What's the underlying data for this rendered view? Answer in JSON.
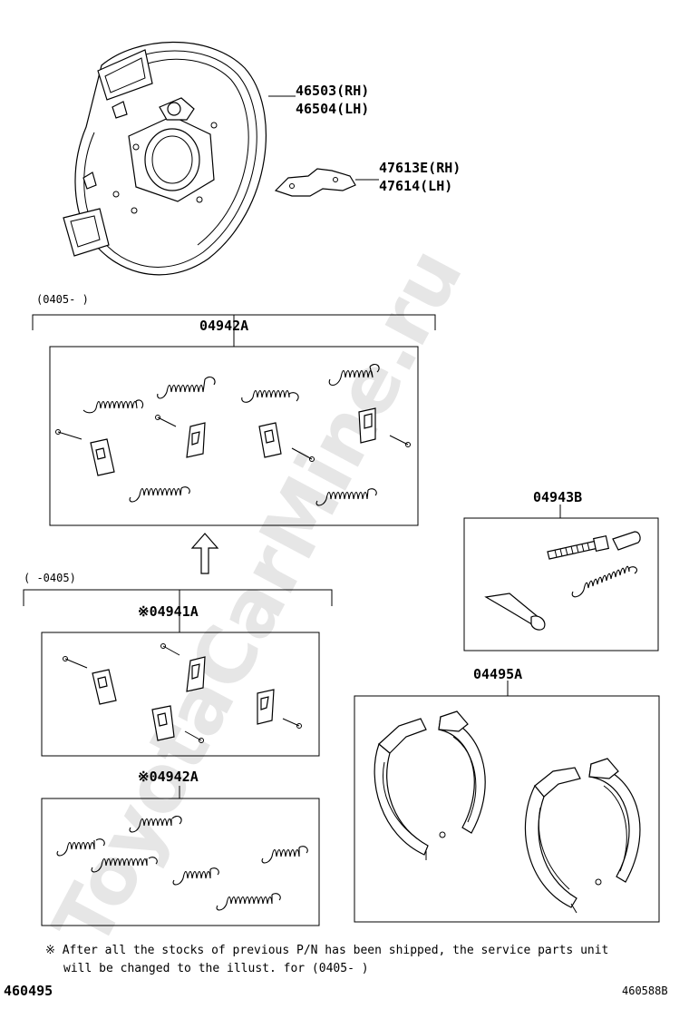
{
  "watermark": "ToyotaCarMine.ru",
  "top_parts": [
    {
      "number": "46503(RH)"
    },
    {
      "number": "46504(LH)"
    },
    {
      "number": "47613E(RH)"
    },
    {
      "number": "47614(LH)"
    }
  ],
  "group_new": {
    "range": "(0405-      )",
    "label": "04942A"
  },
  "group_old": {
    "range": "(      -0405)",
    "label_a": "※04941A",
    "label_b": "※04942A"
  },
  "kit_adjuster": {
    "label": "04943B"
  },
  "kit_shoes": {
    "label": "04495A"
  },
  "footnote": {
    "line1": "※ After all the stocks of previous P/N has been shipped, the service parts unit",
    "line2": "will be changed to the illust. for (0405-     )"
  },
  "page_code": "460495",
  "drawing_code": "460588B"
}
